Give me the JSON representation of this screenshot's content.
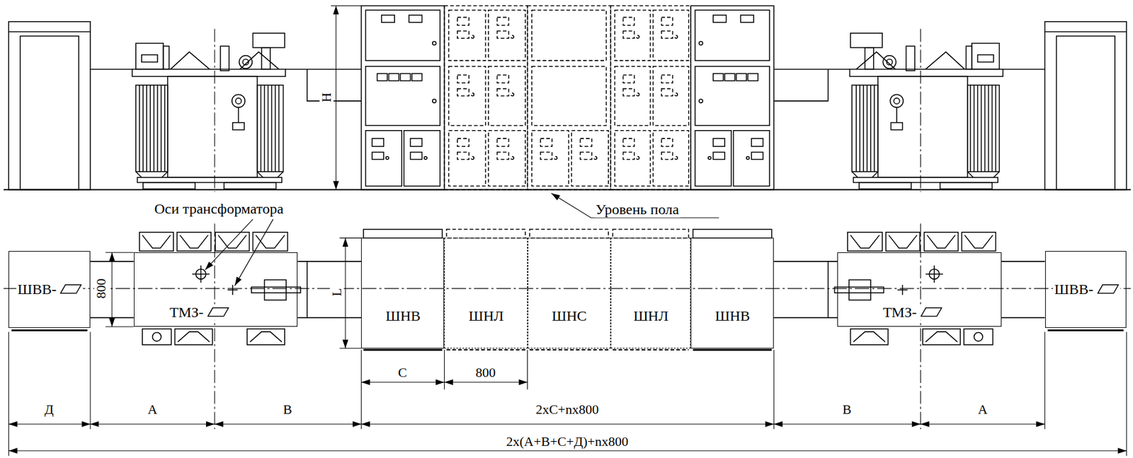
{
  "diagram": {
    "nodes": [
      {
        "text": [
          "ШВВ-"
        ]
      },
      {
        "text": [
          "ТМЗ-"
        ]
      },
      {
        "text": [
          "ШНВ"
        ]
      },
      {
        "text": [
          "ШНЛ"
        ]
      },
      {
        "text": [
          "ШНС"
        ]
      },
      {
        "text": [
          "ШНЛ"
        ]
      },
      {
        "text": [
          "ШНВ"
        ]
      },
      {
        "text": [
          "ТМЗ-"
        ]
      },
      {
        "text": [
          "ШВВ-"
        ]
      }
    ],
    "edges": [
      {
        "from": 0,
        "to": 1,
        "arrow": "none"
      },
      {
        "from": 1,
        "to": 2,
        "arrow": "none"
      },
      {
        "from": 6,
        "to": 7,
        "arrow": "none"
      },
      {
        "from": 7,
        "to": 8,
        "arrow": "none"
      }
    ],
    "labels": [
      "Н",
      "Оси трансформатора",
      "Уровень пола",
      "800",
      "L",
      "С",
      "800",
      "Д",
      "А",
      "В",
      "2хС+nх800",
      "В",
      "А",
      "2х(А+В+С+Д)+nх800"
    ]
  }
}
